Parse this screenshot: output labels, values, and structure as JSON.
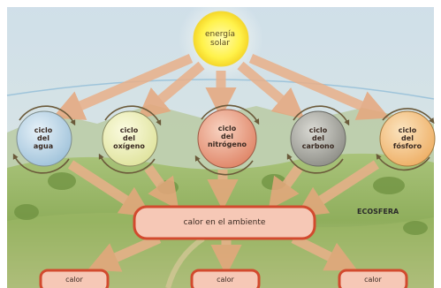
{
  "sun": {
    "label": "energía solar"
  },
  "cycles": [
    {
      "label": "ciclo del agua",
      "color": "#b9d4e6"
    },
    {
      "label": "ciclo del oxígeno",
      "color": "#eef0b8"
    },
    {
      "label": "ciclo del nitrógeno",
      "color": "#e99b80"
    },
    {
      "label": "ciclo del carbono",
      "color": "#a6a6a0"
    },
    {
      "label": "ciclo del fósforo",
      "color": "#f3c283"
    }
  ],
  "ambient": {
    "label": "calor en el ambiente"
  },
  "ecosphere": {
    "label": "ECOSFERA"
  },
  "heat": [
    {
      "label": "calor"
    },
    {
      "label": "calor"
    },
    {
      "label": "calor"
    }
  ],
  "colors": {
    "sun": "#fff44f",
    "arrow": "#e9b08a",
    "box_border": "#d24a2e",
    "box_fill": "#f6c8b6",
    "sky": "#c8dbe8",
    "hills": "#8fb060"
  }
}
